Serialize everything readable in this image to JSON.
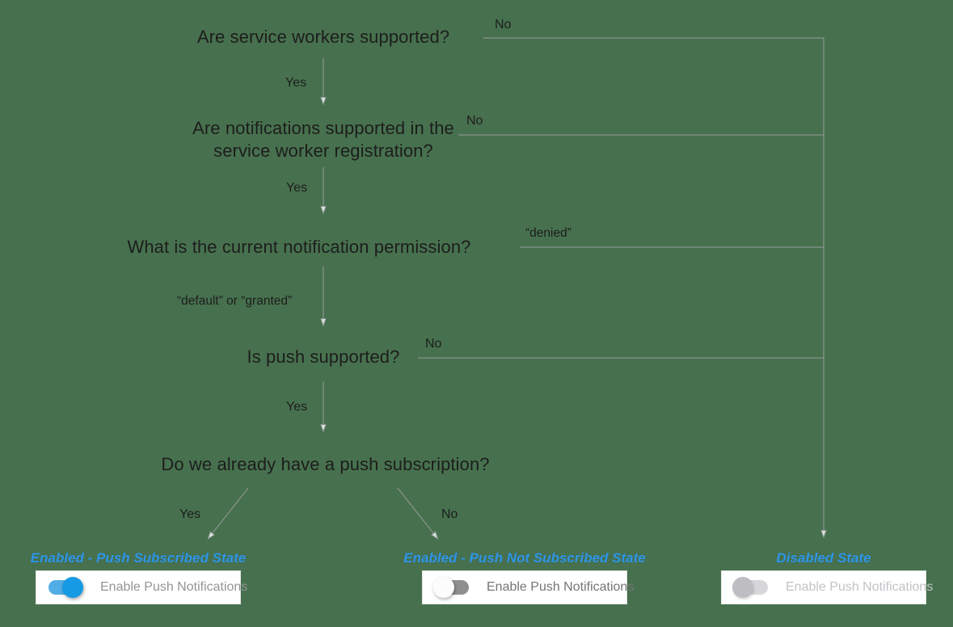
{
  "diagram": {
    "background_color": "#47714e",
    "line_color": "#9b9b9b",
    "question_text_color": "#1d1d1d",
    "state_title_color": "#2f96e6",
    "toggle_on_color": "#169ae3",
    "questions": {
      "q1": "Are service workers supported?",
      "q2": "Are notifications supported in the service worker registration?",
      "q3": "What is the current notification permission?",
      "q4": "Is push supported?",
      "q5": "Do we already have a push subscription?"
    },
    "edges": {
      "no1": "No",
      "yes1": "Yes",
      "no2": "No",
      "yes2": "Yes",
      "denied": "“denied”",
      "default_or_granted": "“default” or “granted”",
      "no4": "No",
      "yes4": "Yes",
      "yes5": "Yes",
      "no5": "No"
    },
    "states": [
      {
        "title": "Enabled - Push Subscribed State",
        "toggle": "on",
        "label": "Enable Push Notifications"
      },
      {
        "title": "Enabled - Push Not Subscribed State",
        "toggle": "off",
        "label": "Enable Push Notifications"
      },
      {
        "title": "Disabled State",
        "toggle": "disabled",
        "label": "Enable Push Notifications"
      }
    ]
  }
}
